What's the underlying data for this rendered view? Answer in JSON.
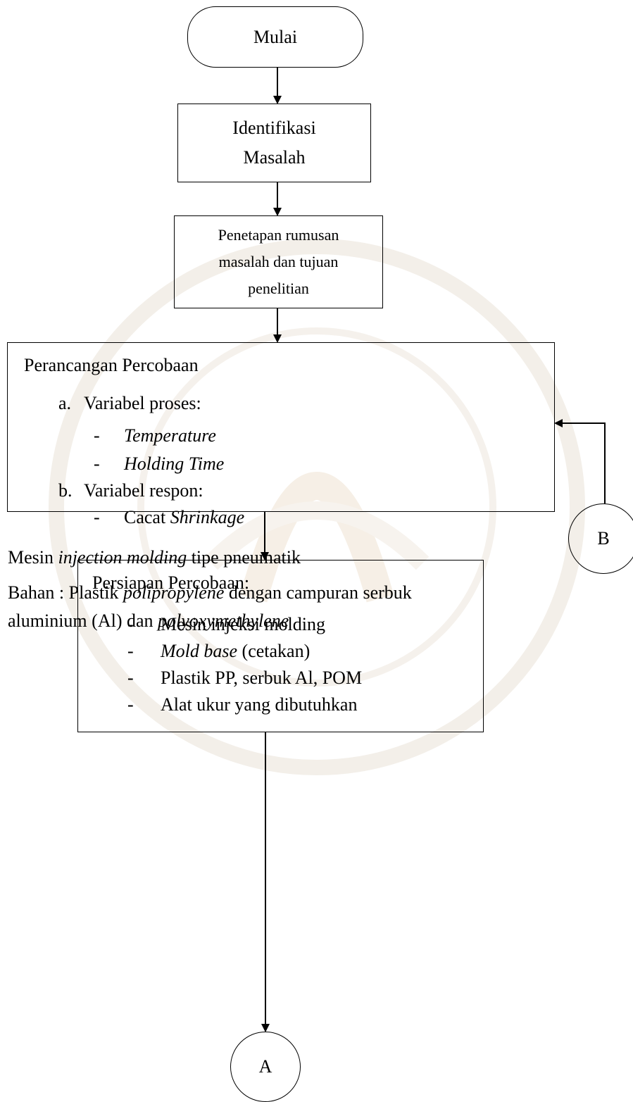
{
  "start": {
    "label": "Mulai"
  },
  "identifikasi": {
    "line1": "Identifikasi",
    "line2": "Masalah"
  },
  "rumusan": {
    "line1": "Penetapan rumusan",
    "line2": "masalah dan tujuan",
    "line3": "penelitian"
  },
  "perancangan": {
    "title": "Perancangan Percobaan",
    "a_marker": "a.",
    "a_label": "Variabel proses:",
    "a_items": [
      "Temperature",
      "Holding Time"
    ],
    "b_marker": "b.",
    "b_label": "Variabel respon:",
    "b_item_prefix": "Cacat ",
    "b_item_italic": "Shrinkage",
    "dash": "-",
    "mesin_prefix": "Mesin ",
    "mesin_italic": "injection molding",
    "mesin_suffix": " tipe pneumatik",
    "bahan_line1_prefix": "Bahan : Plastik ",
    "bahan_line1_italic": "polipropylene",
    "bahan_line1_suffix": " dengan campuran serbuk",
    "bahan_line2_prefix": "aluminium (Al) dan ",
    "bahan_line2_italic": "polyoxymethylene"
  },
  "persiapan": {
    "title": "Persiapan Percobaan:",
    "dash": "-",
    "item1": "Mesin injeksi molding",
    "item2_italic": "Mold base",
    "item2_suffix": " (cetakan)",
    "item3": "Plastik PP, serbuk Al, POM",
    "item4": "Alat ukur yang dibutuhkan"
  },
  "connector_a": {
    "label": "A"
  },
  "connector_b": {
    "label": "B"
  }
}
